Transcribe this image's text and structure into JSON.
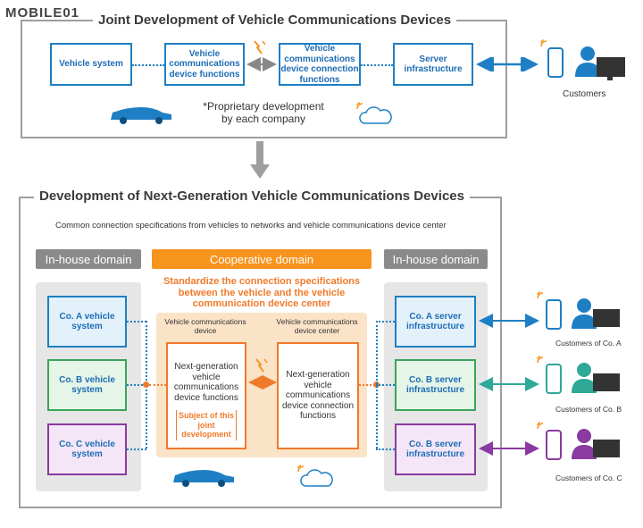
{
  "watermark": {
    "text": "MOBILE01"
  },
  "top": {
    "title": "Joint Development of Vehicle Communications Devices",
    "boxes": {
      "vehicle_system": "Vehicle system",
      "comm_functions": "Vehicle communications device functions",
      "conn_functions": "Vehicle communications device connection functions",
      "server": "Server infrastructure"
    },
    "note_line1": "*Proprietary development",
    "note_line2": "by each company",
    "customers": "Customers"
  },
  "bottom": {
    "title": "Development of Next-Generation Vehicle Communications Devices",
    "subtitle": "Common connection specifications from vehicles to networks and vehicle communications device center",
    "inhouse_left": "In-house domain",
    "coop": "Cooperative domain",
    "inhouse_right": "In-house domain",
    "standardize_line1": "Standardize the connection specifications",
    "standardize_line2": "between the vehicle and the vehicle",
    "standardize_line3": "communication device center",
    "device_label_line1": "Vehicle communications",
    "device_label_line2": "device",
    "center_label_line1": "Vehicle communications",
    "center_label_line2": "device center",
    "next_gen_functions": "Next-generation vehicle communications device functions",
    "next_gen_connection": "Next-generation vehicle communications device connection functions",
    "subject_note": "Subject of this joint development",
    "co_a_vehicle": "Co. A vehicle system",
    "co_b_vehicle": "Co. B vehicle system",
    "co_c_vehicle": "Co. C vehicle system",
    "co_a_server": "Co. A server infrastructure",
    "co_b_server": "Co. B server infrastructure",
    "co_c_server": "Co. B server infrastructure",
    "cust_a": "Customers of Co. A",
    "cust_b": "Customers of Co. B",
    "cust_c": "Customers of Co. C"
  },
  "colors": {
    "blue": "#1e7fc4",
    "orange": "#f7941d",
    "green": "#3aa58f",
    "purple": "#8a3aa0",
    "grey": "#8a8a8a"
  }
}
